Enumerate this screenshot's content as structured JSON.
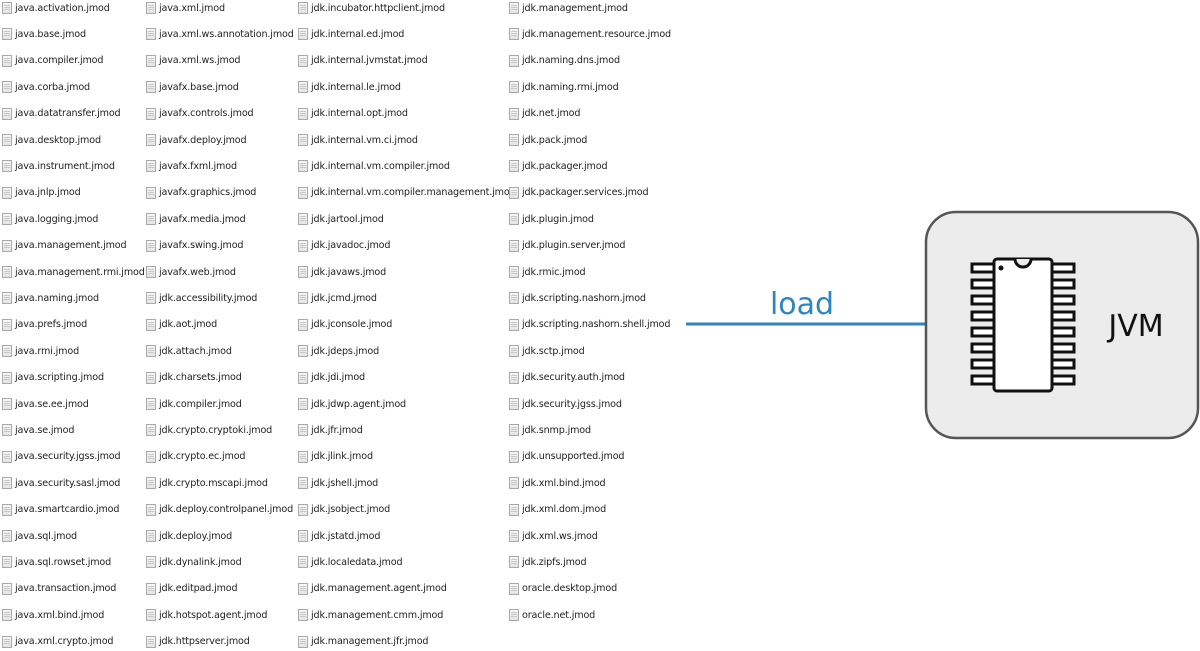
{
  "file_columns": [
    [
      "java.activation.jmod",
      "java.base.jmod",
      "java.compiler.jmod",
      "java.corba.jmod",
      "java.datatransfer.jmod",
      "java.desktop.jmod",
      "java.instrument.jmod",
      "java.jnlp.jmod",
      "java.logging.jmod",
      "java.management.jmod",
      "java.management.rmi.jmod",
      "java.naming.jmod",
      "java.prefs.jmod",
      "java.rmi.jmod",
      "java.scripting.jmod",
      "java.se.ee.jmod",
      "java.se.jmod",
      "java.security.jgss.jmod",
      "java.security.sasl.jmod",
      "java.smartcardio.jmod",
      "java.sql.jmod",
      "java.sql.rowset.jmod",
      "java.transaction.jmod",
      "java.xml.bind.jmod",
      "java.xml.crypto.jmod"
    ],
    [
      "java.xml.jmod",
      "java.xml.ws.annotation.jmod",
      "java.xml.ws.jmod",
      "javafx.base.jmod",
      "javafx.controls.jmod",
      "javafx.deploy.jmod",
      "javafx.fxml.jmod",
      "javafx.graphics.jmod",
      "javafx.media.jmod",
      "javafx.swing.jmod",
      "javafx.web.jmod",
      "jdk.accessibility.jmod",
      "jdk.aot.jmod",
      "jdk.attach.jmod",
      "jdk.charsets.jmod",
      "jdk.compiler.jmod",
      "jdk.crypto.cryptoki.jmod",
      "jdk.crypto.ec.jmod",
      "jdk.crypto.mscapi.jmod",
      "jdk.deploy.controlpanel.jmod",
      "jdk.deploy.jmod",
      "jdk.dynalink.jmod",
      "jdk.editpad.jmod",
      "jdk.hotspot.agent.jmod",
      "jdk.httpserver.jmod"
    ],
    [
      "jdk.incubator.httpclient.jmod",
      "jdk.internal.ed.jmod",
      "jdk.internal.jvmstat.jmod",
      "jdk.internal.le.jmod",
      "jdk.internal.opt.jmod",
      "jdk.internal.vm.ci.jmod",
      "jdk.internal.vm.compiler.jmod",
      "jdk.internal.vm.compiler.management.jmod",
      "jdk.jartool.jmod",
      "jdk.javadoc.jmod",
      "jdk.javaws.jmod",
      "jdk.jcmd.jmod",
      "jdk.jconsole.jmod",
      "jdk.jdeps.jmod",
      "jdk.jdi.jmod",
      "jdk.jdwp.agent.jmod",
      "jdk.jfr.jmod",
      "jdk.jlink.jmod",
      "jdk.jshell.jmod",
      "jdk.jsobject.jmod",
      "jdk.jstatd.jmod",
      "jdk.localedata.jmod",
      "jdk.management.agent.jmod",
      "jdk.management.cmm.jmod",
      "jdk.management.jfr.jmod"
    ],
    [
      "jdk.management.jmod",
      "jdk.management.resource.jmod",
      "jdk.naming.dns.jmod",
      "jdk.naming.rmi.jmod",
      "jdk.net.jmod",
      "jdk.pack.jmod",
      "jdk.packager.jmod",
      "jdk.packager.services.jmod",
      "jdk.plugin.jmod",
      "jdk.plugin.server.jmod",
      "jdk.rmic.jmod",
      "jdk.scripting.nashorn.jmod",
      "jdk.scripting.nashorn.shell.jmod",
      "jdk.sctp.jmod",
      "jdk.security.auth.jmod",
      "jdk.security.jgss.jmod",
      "jdk.snmp.jmod",
      "jdk.unsupported.jmod",
      "jdk.xml.bind.jmod",
      "jdk.xml.dom.jmod",
      "jdk.xml.ws.jmod",
      "jdk.zipfs.jmod",
      "oracle.desktop.jmod",
      "oracle.net.jmod"
    ]
  ],
  "diagram": {
    "arrow_label": "load",
    "box_label": "JVM",
    "arrow_color": "#2e86c1",
    "box_fill": "#ececec",
    "box_stroke": "#555555",
    "chip_icon": "chip-icon"
  }
}
